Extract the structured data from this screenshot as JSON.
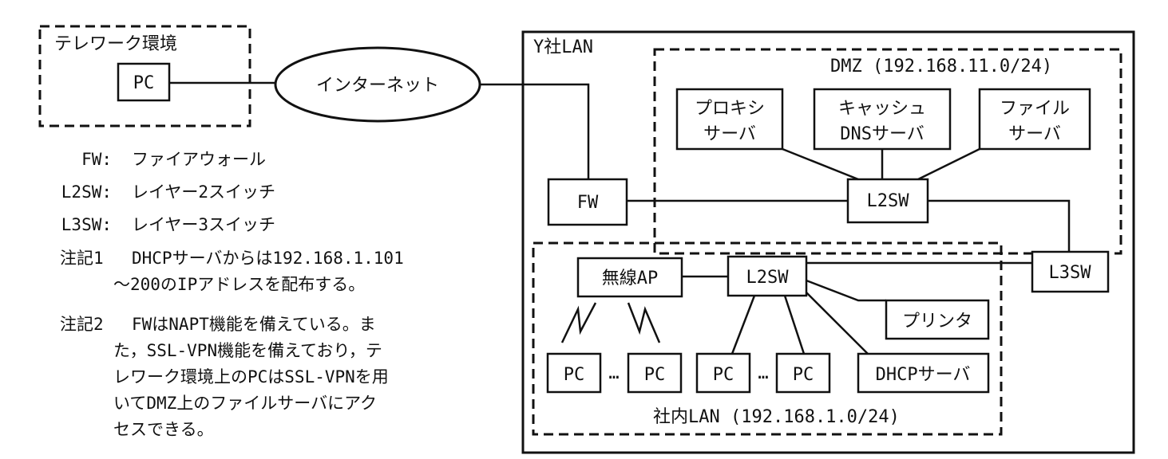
{
  "telework": {
    "label": "テレワーク環境",
    "pc": "PC"
  },
  "internet": "インターネット",
  "company_lan": {
    "label": "Y社LAN",
    "fw": "FW",
    "l3sw": "L3SW",
    "dmz": {
      "label": "DMZ (192.168.11.0/24)",
      "proxy": [
        "プロキシ",
        "サーバ"
      ],
      "cache_dns": [
        "キャッシュ",
        "DNSサーバ"
      ],
      "file": [
        "ファイル",
        "サーバ"
      ],
      "l2sw": "L2SW"
    },
    "internal": {
      "label": "社内LAN (192.168.1.0/24)",
      "wireless_ap": "無線AP",
      "l2sw": "L2SW",
      "printer": "プリンタ",
      "dhcp": "DHCPサーバ",
      "pc": "PC",
      "ellipsis": "…"
    }
  },
  "legend": [
    {
      "abbr": "FW:",
      "desc": "ファイアウォール"
    },
    {
      "abbr": "L2SW:",
      "desc": "レイヤー2スイッチ"
    },
    {
      "abbr": "L3SW:",
      "desc": "レイヤー3スイッチ"
    }
  ],
  "notes": [
    {
      "label": "注記1",
      "lines": [
        "DHCPサーバからは192.168.1.101",
        "～200のIPアドレスを配布する。"
      ]
    },
    {
      "label": "注記2",
      "lines": [
        "FWはNAPT機能を備えている。ま",
        "た，SSL-VPN機能を備えており，テ",
        "レワーク環境上のPCはSSL-VPNを用",
        "いてDMZ上のファイルサーバにアク",
        "セスできる。"
      ]
    }
  ]
}
